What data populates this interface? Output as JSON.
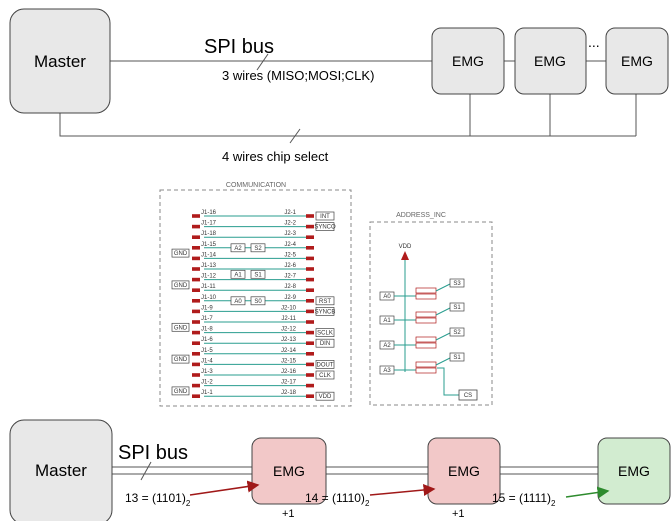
{
  "top": {
    "master": "Master",
    "bus_title": "SPI bus",
    "bus_wires": "3 wires (MISO;MOSI;CLK)",
    "emg": [
      "EMG",
      "EMG",
      "EMG"
    ],
    "ellipsis": "...",
    "chip_select": "4 wires chip select"
  },
  "schematic": {
    "comm_title": "COMMUNICATION",
    "addr_title": "ADDRESS_INC",
    "left_pins": [
      "J1-16",
      "J1-17",
      "J1-18",
      "J1-15",
      "J1-14",
      "J1-13",
      "J1-12",
      "J1-11",
      "J1-10",
      "J1-9",
      "J1-7",
      "J1-8",
      "J1-6",
      "J1-5",
      "J1-4",
      "J1-3",
      "J1-2",
      "J1-1"
    ],
    "right_pins": [
      "J2-1",
      "J2-2",
      "J2-3",
      "J2-4",
      "J2-5",
      "J2-6",
      "J2-7",
      "J2-8",
      "J2-9",
      "J2-10",
      "J2-11",
      "J2-12",
      "J2-13",
      "J2-14",
      "J2-15",
      "J2-16",
      "J2-17",
      "J2-18"
    ],
    "right_labels": [
      "INT",
      "SYNCO",
      "RST",
      "SYNCB",
      "SCLK",
      "DIN",
      "DOUT",
      "CLK",
      "VDD"
    ],
    "gnd": "GND",
    "addr_mid": [
      "A2",
      "A1",
      "A0"
    ],
    "addr_s": [
      "S2",
      "S1",
      "S0"
    ],
    "vdd": "VDD",
    "addr_in": [
      "A0",
      "A1",
      "A2",
      "A3"
    ],
    "addr_out": [
      "S3",
      "S1",
      "S2",
      "S1"
    ],
    "cs": "CS"
  },
  "bottom": {
    "master": "Master",
    "bus_title": "SPI bus",
    "emg": [
      "EMG",
      "EMG",
      "EMG"
    ],
    "addr": [
      {
        "val": "13 = (1101)",
        "sub": "2"
      },
      {
        "val": "14 = (1110)",
        "sub": "2"
      },
      {
        "val": "15 = (1111)",
        "sub": "2"
      }
    ],
    "increment": [
      "+1",
      "+1"
    ]
  },
  "colors": {
    "box_gray": "#e8e8e8",
    "emg_red": "#f2c8c8",
    "emg_green": "#d2ecd0",
    "arrow_red": "#a01818",
    "arrow_green": "#2e8b2e",
    "schematic_teal": "#2a9d8f",
    "pin_red": "#b01c1c"
  }
}
